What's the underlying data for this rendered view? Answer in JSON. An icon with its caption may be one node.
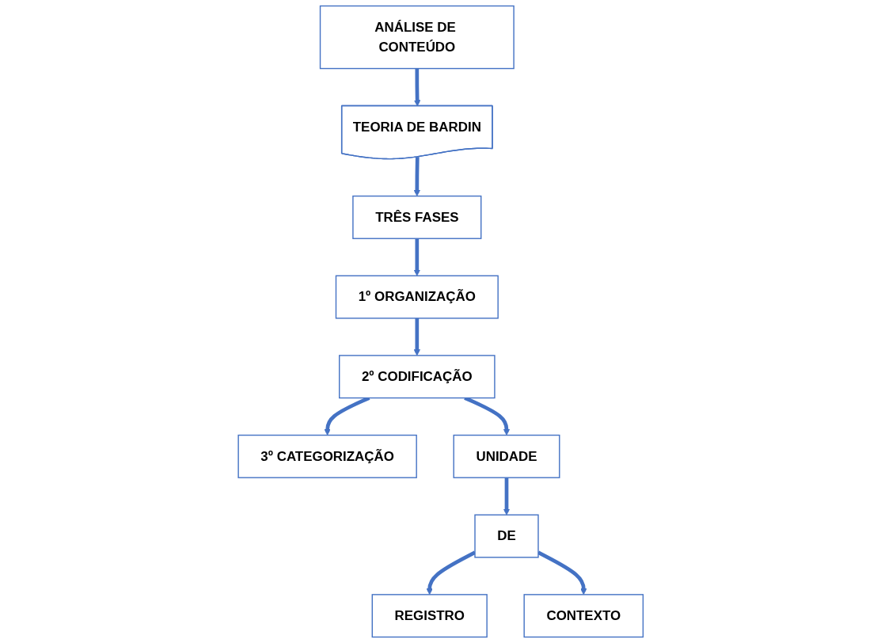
{
  "diagram": {
    "nodes": [
      {
        "text": [
          "ANÁLISE DE CONTEÚDO"
        ]
      },
      {
        "text": [
          "TEORIA DE BARDIN"
        ]
      },
      {
        "text": [
          "TRÊS  FASES"
        ]
      },
      {
        "text": [
          "1º  ORGANIZAÇÃO"
        ]
      },
      {
        "text": [
          "2º CODIFICAÇÃO"
        ]
      },
      {
        "text": [
          "3º CATEGORIZAÇÃO"
        ]
      },
      {
        "text": [
          "UNIDADE"
        ]
      },
      {
        "text": [
          "DE"
        ]
      },
      {
        "text": [
          "REGISTRO"
        ]
      },
      {
        "text": [
          "CONTEXTO"
        ]
      }
    ],
    "edges": [
      {
        "from": 0,
        "to": 1,
        "arrow": "to"
      },
      {
        "from": 1,
        "to": 2,
        "arrow": "to"
      },
      {
        "from": 2,
        "to": 3,
        "arrow": "to"
      },
      {
        "from": 3,
        "to": 4,
        "arrow": "to"
      },
      {
        "from": 4,
        "to": 5,
        "arrow": "to"
      },
      {
        "from": 4,
        "to": 6,
        "arrow": "to"
      },
      {
        "from": 6,
        "to": 7,
        "arrow": "to"
      },
      {
        "from": 7,
        "to": 8,
        "arrow": "to"
      },
      {
        "from": 7,
        "to": 9,
        "arrow": "to"
      }
    ]
  }
}
